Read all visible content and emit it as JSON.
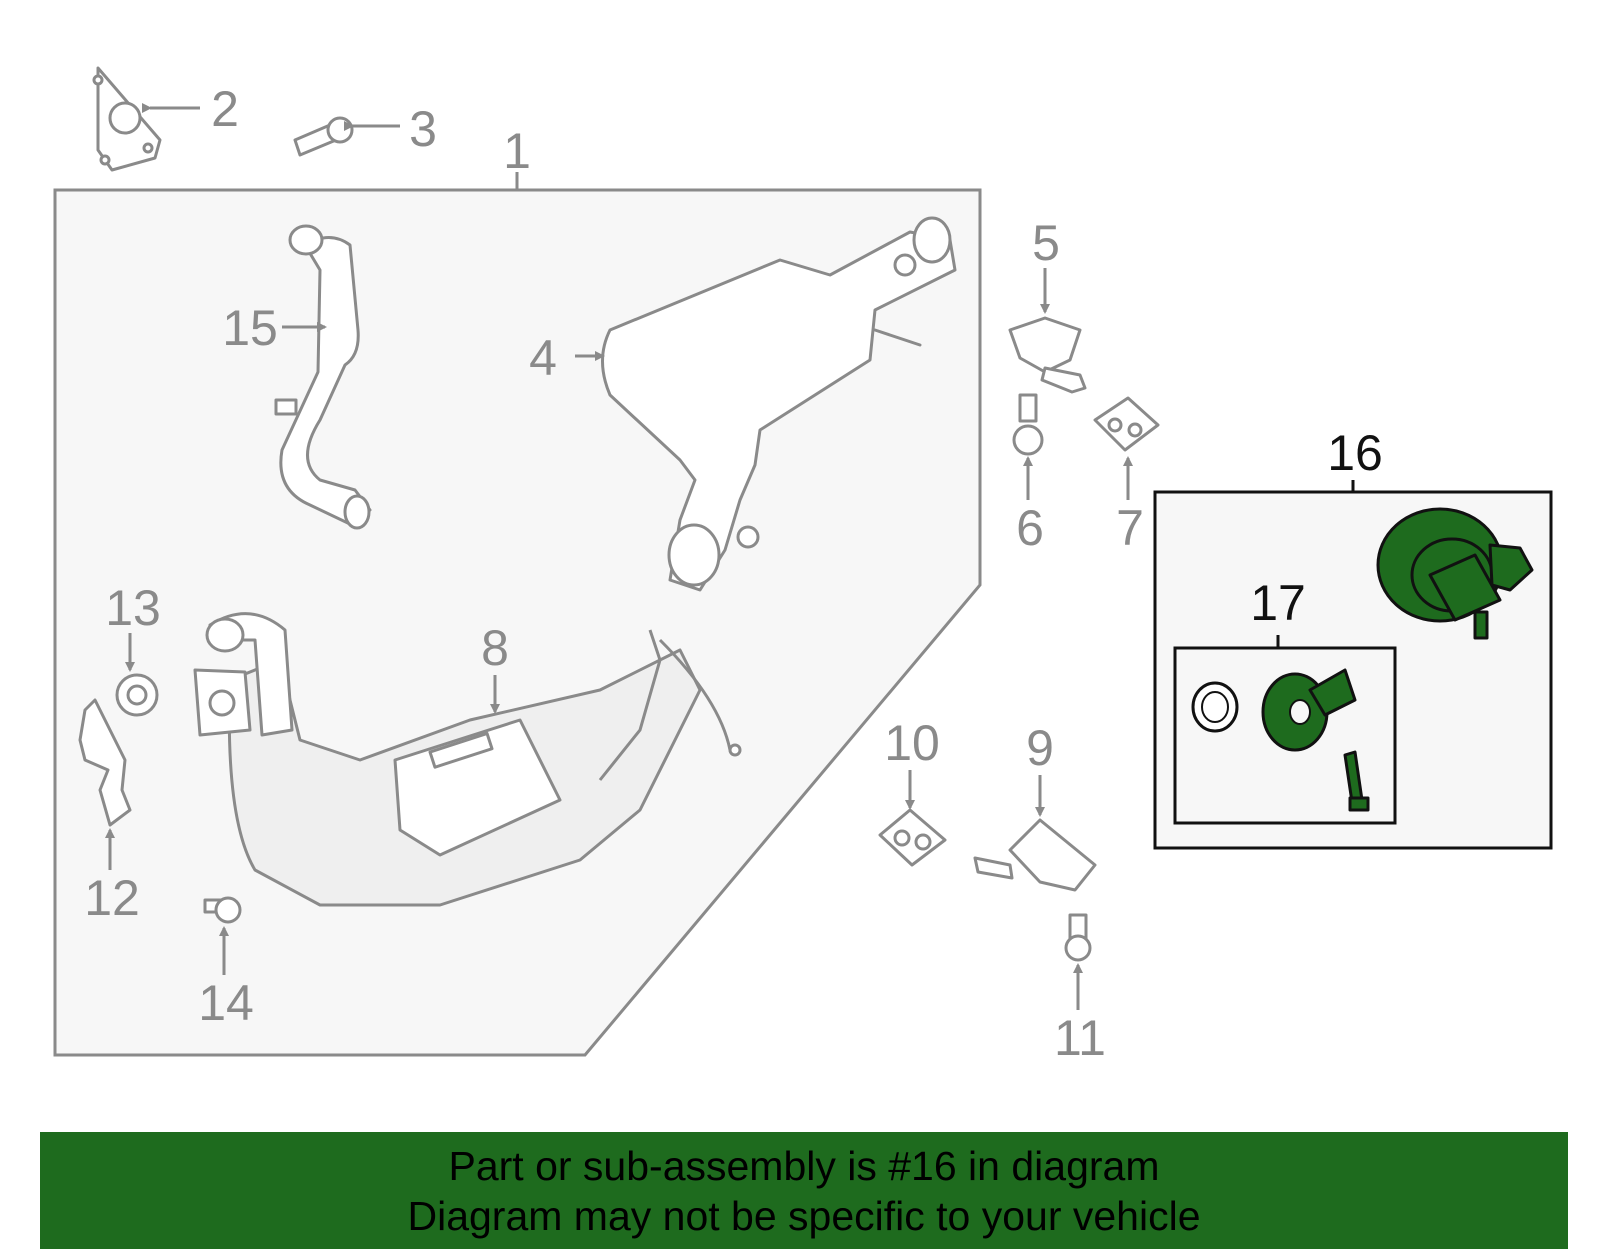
{
  "callouts": {
    "c1": "1",
    "c2": "2",
    "c3": "3",
    "c4": "4",
    "c5": "5",
    "c6": "6",
    "c7": "7",
    "c8": "8",
    "c9": "9",
    "c10": "10",
    "c11": "11",
    "c12": "12",
    "c13": "13",
    "c14": "14",
    "c15": "15",
    "c16": "16",
    "c17": "17"
  },
  "highlighted_part": "16",
  "colors": {
    "highlight_green": "#1e6b1e",
    "part_gray": "#8a8a8a",
    "panel_fill": "#f7f7f7",
    "banner_green": "#1e6b1e"
  },
  "banner": {
    "line1": "Part or sub-assembly is #16 in diagram",
    "line2": "Diagram may not be specific to your vehicle"
  }
}
